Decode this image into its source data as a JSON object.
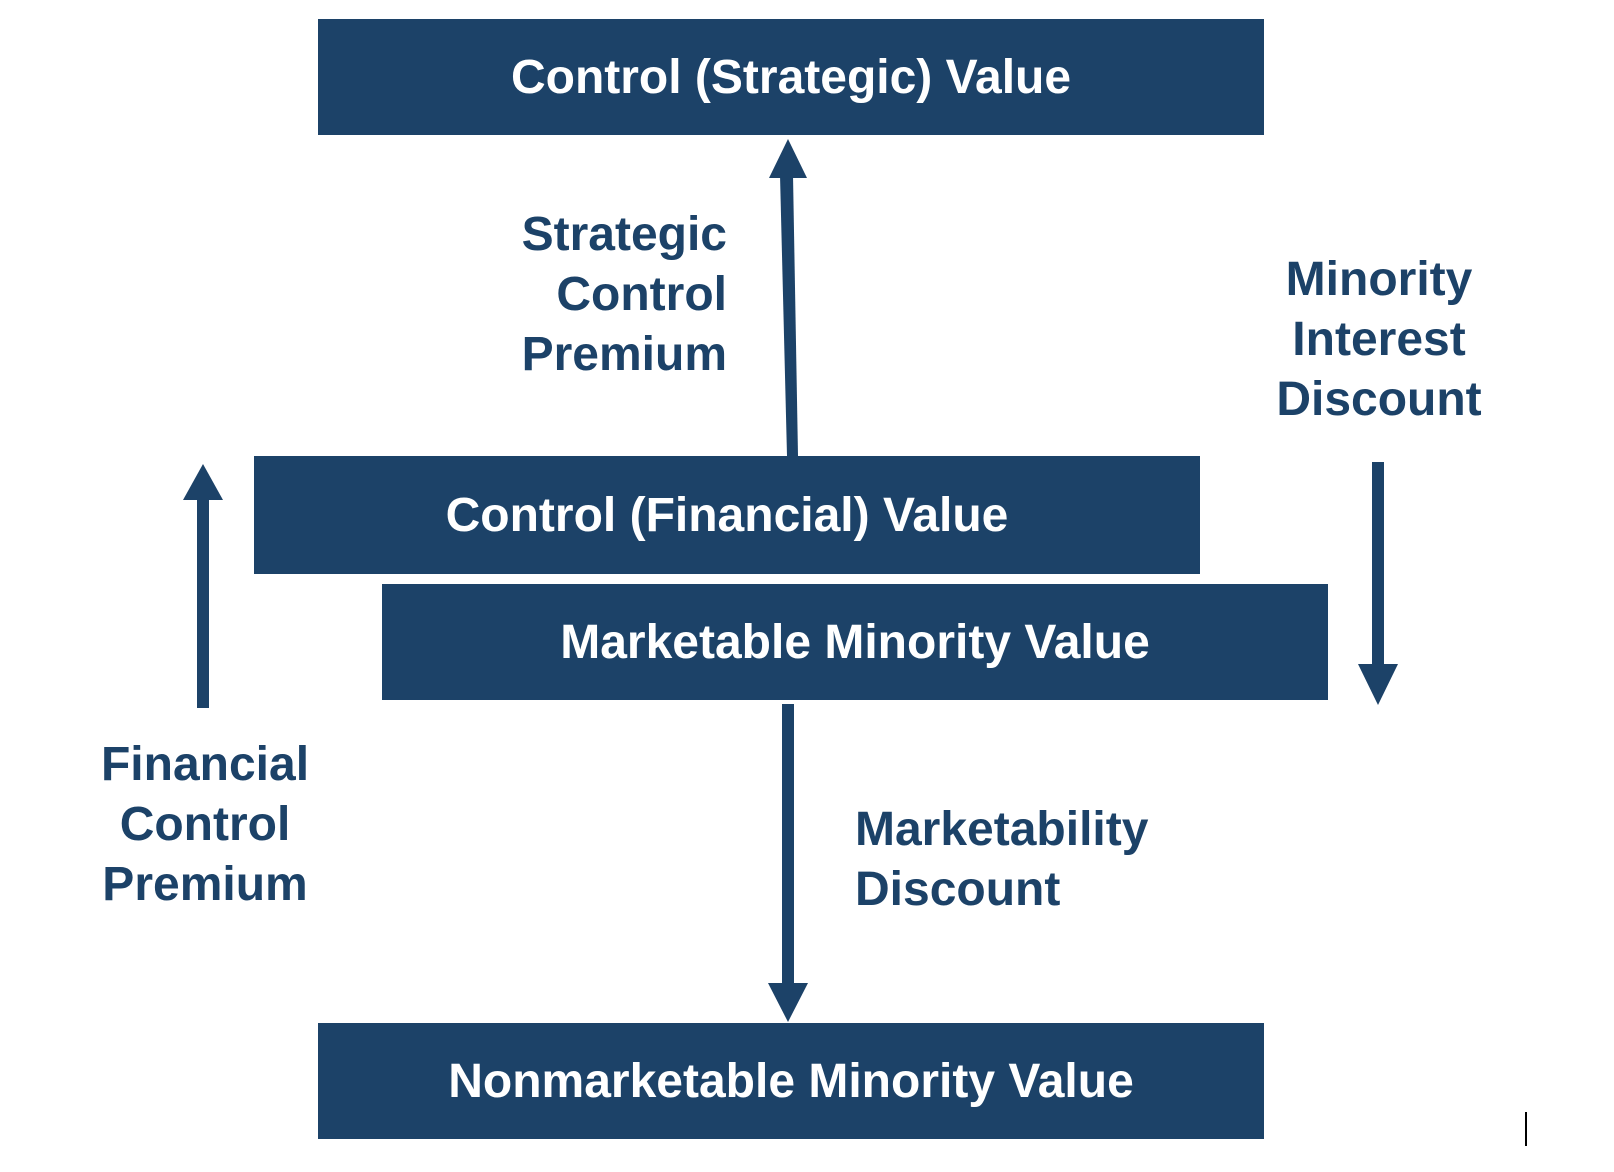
{
  "colors": {
    "box_fill": "#1c4268",
    "box_text": "#ffffff",
    "label_text": "#1c4268",
    "arrow": "#1c4268"
  },
  "boxes": {
    "strategic": "Control (Strategic) Value",
    "financial": "Control (Financial) Value",
    "marketable": "Marketable Minority Value",
    "nonmarketable": "Nonmarketable Minority Value"
  },
  "labels": {
    "strategic_premium": [
      "Strategic",
      "Control",
      "Premium"
    ],
    "minority_discount": [
      "Minority",
      "Interest",
      "Discount"
    ],
    "financial_premium": [
      "Financial",
      "Control",
      "Premium"
    ],
    "marketability_discount": [
      "Marketability",
      "Discount"
    ]
  },
  "arrows": [
    {
      "name": "strategic-premium-arrow",
      "direction": "up"
    },
    {
      "name": "minority-discount-arrow",
      "direction": "down"
    },
    {
      "name": "financial-premium-arrow",
      "direction": "up"
    },
    {
      "name": "marketability-discount-arrow",
      "direction": "down"
    }
  ]
}
